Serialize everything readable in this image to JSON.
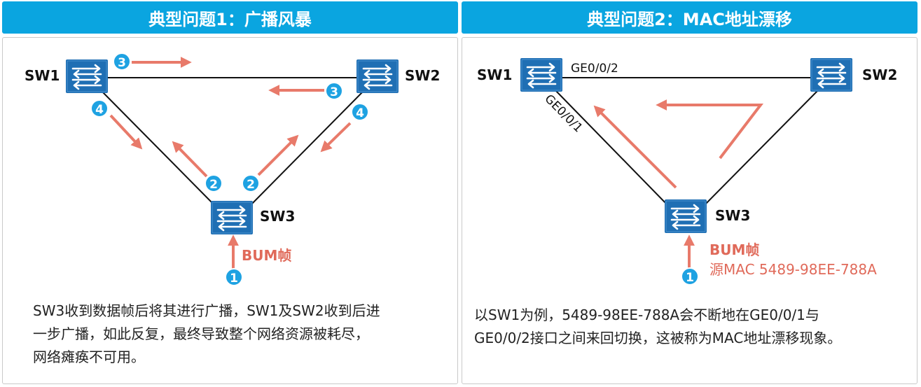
{
  "colors": {
    "header_bg": "#0aa5e0",
    "switch_blue": "#1f6fb4",
    "arrow": "#e87a6a",
    "badge": "#1ea2e2",
    "bum_text": "#e06a5a"
  },
  "left_panel": {
    "title": "典型问题1：广播风暴",
    "sw1": "SW1",
    "sw2": "SW2",
    "sw3": "SW3",
    "bum_label": "BUM帧",
    "badges": [
      "3",
      "3",
      "4",
      "4",
      "2",
      "2",
      "1"
    ],
    "caption_lines": [
      "SW3收到数据帧后将其进行广播，SW1及SW2收到后进",
      "一步广播，如此反复，最终导致整个网络资源被耗尽，",
      "网络瘫痪不可用。"
    ]
  },
  "right_panel": {
    "title": "典型问题2：MAC地址漂移",
    "sw1": "SW1",
    "sw2": "SW2",
    "sw3": "SW3",
    "port_a": "GE0/0/2",
    "port_b": "GE0/0/1",
    "bum_label": "BUM帧",
    "src_mac": "源MAC 5489-98EE-788A",
    "badge": "1",
    "caption_lines": [
      "以SW1为例，5489-98EE-788A会不断地在GE0/0/1与",
      "GE0/0/2接口之间来回切换，这被称为MAC地址漂移现象。"
    ]
  }
}
